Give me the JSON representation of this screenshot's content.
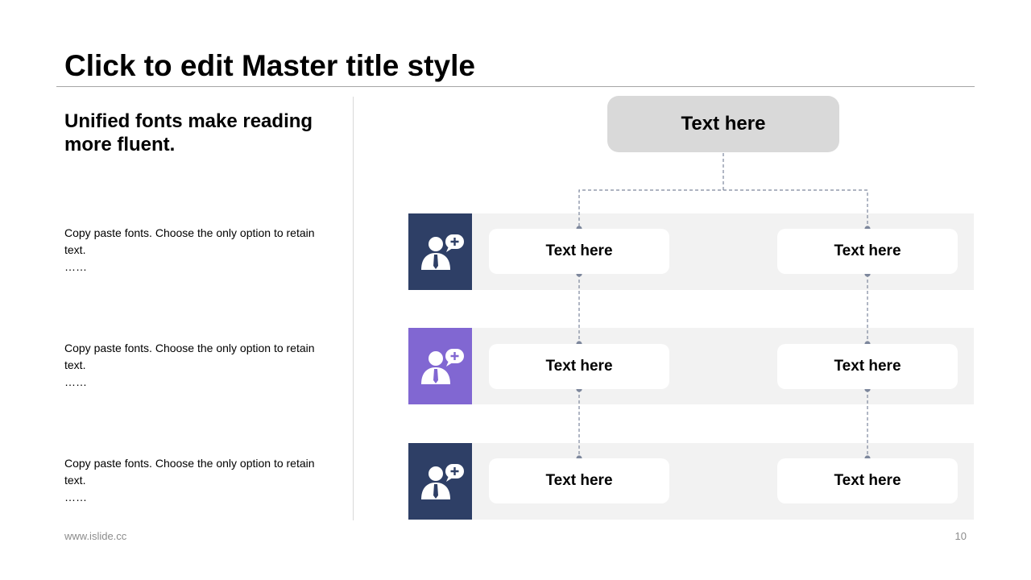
{
  "slide": {
    "title": "Click to edit Master title style",
    "subtitle": "Unified fonts make reading more fluent.",
    "descriptions": [
      {
        "text": "Copy paste fonts. Choose the only option to retain text.",
        "dots": "……"
      },
      {
        "text": "Copy paste fonts. Choose the only option to retain text.",
        "dots": "……"
      },
      {
        "text": "Copy paste fonts. Choose the only option to retain text.",
        "dots": "……"
      }
    ]
  },
  "diagram": {
    "top_node": "Text here",
    "rows": [
      {
        "icon": "user-chat-icon",
        "color": "#2e3f66",
        "left": "Text here",
        "right": "Text here"
      },
      {
        "icon": "user-chat-icon",
        "color": "#8167d2",
        "left": "Text here",
        "right": "Text here"
      },
      {
        "icon": "user-chat-icon",
        "color": "#2e3f66",
        "left": "Text here",
        "right": "Text here"
      }
    ],
    "connector_color": "#7d879c"
  },
  "footer": {
    "website": "www.islide.cc",
    "page_number": "10"
  }
}
